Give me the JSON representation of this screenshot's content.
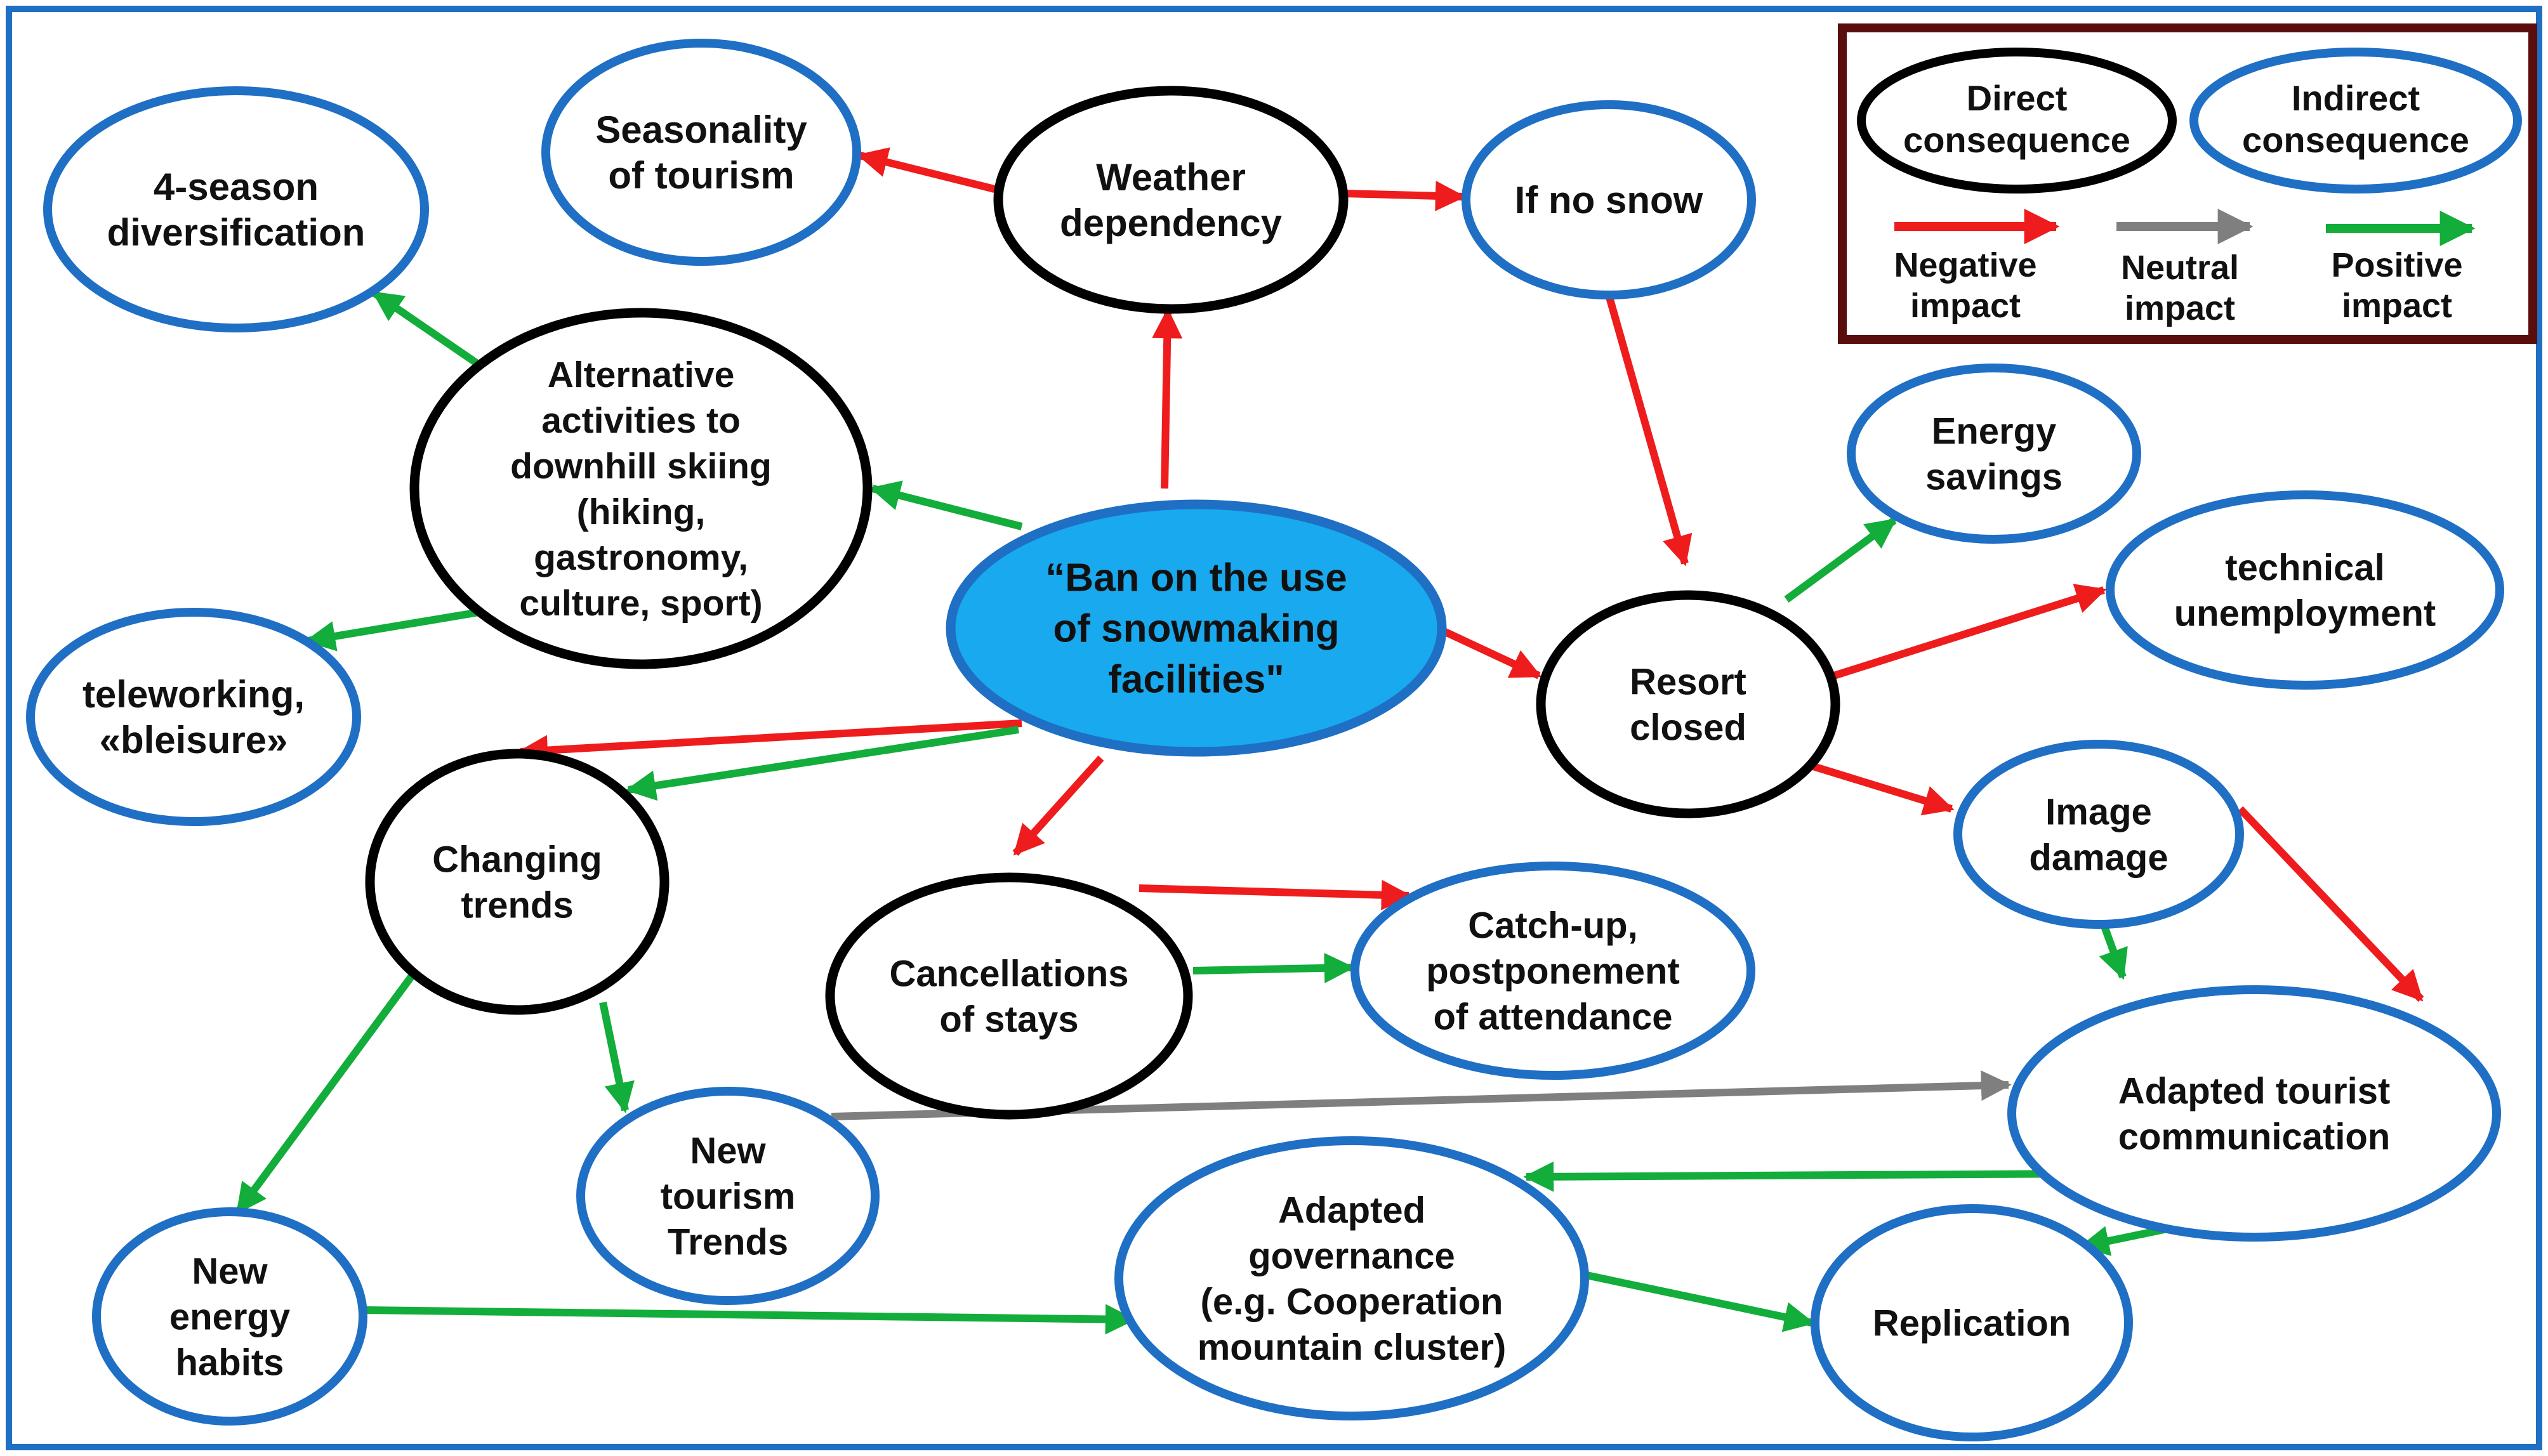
{
  "colors": {
    "frame": "#1f6fc4",
    "direct_border": "#000000",
    "indirect_border": "#1f6fc4",
    "central_fill": "#19a9ee",
    "legend_border": "#5a0d0d",
    "negative": "#ee1c1c",
    "neutral": "#7f7f7f",
    "positive": "#12ad3a"
  },
  "legend": {
    "direct": [
      "Direct",
      "consequence"
    ],
    "indirect": [
      "Indirect",
      "consequence"
    ],
    "negative": [
      "Negative",
      "impact"
    ],
    "neutral": [
      "Neutral",
      "impact"
    ],
    "positive": [
      "Positive",
      "impact"
    ]
  },
  "nodes": [
    {
      "id": "ban",
      "kind": "central",
      "lines": [
        "“Ban on the use",
        "of snowmaking",
        "facilities\""
      ]
    },
    {
      "id": "weather",
      "kind": "direct",
      "lines": [
        "Weather",
        "dependency"
      ]
    },
    {
      "id": "seasonality",
      "kind": "indirect",
      "lines": [
        "Seasonality",
        "of tourism"
      ]
    },
    {
      "id": "nosnow",
      "kind": "indirect",
      "lines": [
        "If no snow"
      ]
    },
    {
      "id": "fourseason",
      "kind": "indirect",
      "lines": [
        "4-season",
        "diversification"
      ]
    },
    {
      "id": "alternative",
      "kind": "direct",
      "lines": [
        "Alternative",
        "activities to",
        "downhill skiing",
        "(hiking,",
        "gastronomy,",
        "culture, sport)"
      ]
    },
    {
      "id": "telework",
      "kind": "indirect",
      "lines": [
        "teleworking,",
        "«bleisure»"
      ]
    },
    {
      "id": "resort",
      "kind": "direct",
      "lines": [
        "Resort",
        "closed"
      ]
    },
    {
      "id": "energy",
      "kind": "indirect",
      "lines": [
        "Energy",
        "savings"
      ]
    },
    {
      "id": "unemployment",
      "kind": "indirect",
      "lines": [
        "technical",
        "unemployment"
      ]
    },
    {
      "id": "image",
      "kind": "indirect",
      "lines": [
        "Image",
        "damage"
      ]
    },
    {
      "id": "trends",
      "kind": "direct",
      "lines": [
        "Changing",
        "trends"
      ]
    },
    {
      "id": "cancel",
      "kind": "direct",
      "lines": [
        "Cancellations",
        "of stays"
      ]
    },
    {
      "id": "catchup",
      "kind": "indirect",
      "lines": [
        "Catch-up,",
        "postponement",
        "of attendance"
      ]
    },
    {
      "id": "comm",
      "kind": "indirect",
      "lines": [
        "Adapted tourist",
        "communication"
      ]
    },
    {
      "id": "newtourism",
      "kind": "indirect",
      "lines": [
        "New",
        "tourism",
        "Trends"
      ]
    },
    {
      "id": "governance",
      "kind": "indirect",
      "lines": [
        "Adapted",
        "governance",
        "(e.g. Cooperation",
        "mountain cluster)"
      ]
    },
    {
      "id": "newenergy",
      "kind": "indirect",
      "lines": [
        "New",
        "energy",
        "habits"
      ]
    },
    {
      "id": "replication",
      "kind": "indirect",
      "lines": [
        "Replication"
      ]
    }
  ],
  "edges": [
    {
      "from": "ban",
      "to": "weather",
      "impact": "negative"
    },
    {
      "from": "weather",
      "to": "seasonality",
      "impact": "negative"
    },
    {
      "from": "weather",
      "to": "nosnow",
      "impact": "negative"
    },
    {
      "from": "nosnow",
      "to": "resort",
      "impact": "negative"
    },
    {
      "from": "ban",
      "to": "resort",
      "impact": "negative"
    },
    {
      "from": "ban",
      "to": "alternative",
      "impact": "positive"
    },
    {
      "from": "alternative",
      "to": "fourseason",
      "impact": "positive"
    },
    {
      "from": "alternative",
      "to": "telework",
      "impact": "positive"
    },
    {
      "from": "resort",
      "to": "energy",
      "impact": "positive"
    },
    {
      "from": "resort",
      "to": "unemployment",
      "impact": "negative"
    },
    {
      "from": "resort",
      "to": "image",
      "impact": "negative"
    },
    {
      "from": "ban",
      "to": "trends",
      "impact": "negative"
    },
    {
      "from": "ban",
      "to": "trends",
      "impact": "positive"
    },
    {
      "from": "ban",
      "to": "cancel",
      "impact": "negative"
    },
    {
      "from": "cancel",
      "to": "catchup",
      "impact": "negative"
    },
    {
      "from": "cancel",
      "to": "catchup",
      "impact": "positive"
    },
    {
      "from": "image",
      "to": "comm",
      "impact": "negative"
    },
    {
      "from": "image",
      "to": "comm",
      "impact": "positive"
    },
    {
      "from": "trends",
      "to": "newenergy",
      "impact": "positive"
    },
    {
      "from": "trends",
      "to": "newtourism",
      "impact": "positive"
    },
    {
      "from": "newtourism",
      "to": "comm",
      "impact": "neutral"
    },
    {
      "from": "comm",
      "to": "governance",
      "impact": "positive"
    },
    {
      "from": "comm",
      "to": "replication",
      "impact": "positive"
    },
    {
      "from": "newenergy",
      "to": "governance",
      "impact": "positive"
    },
    {
      "from": "governance",
      "to": "replication",
      "impact": "positive"
    }
  ]
}
